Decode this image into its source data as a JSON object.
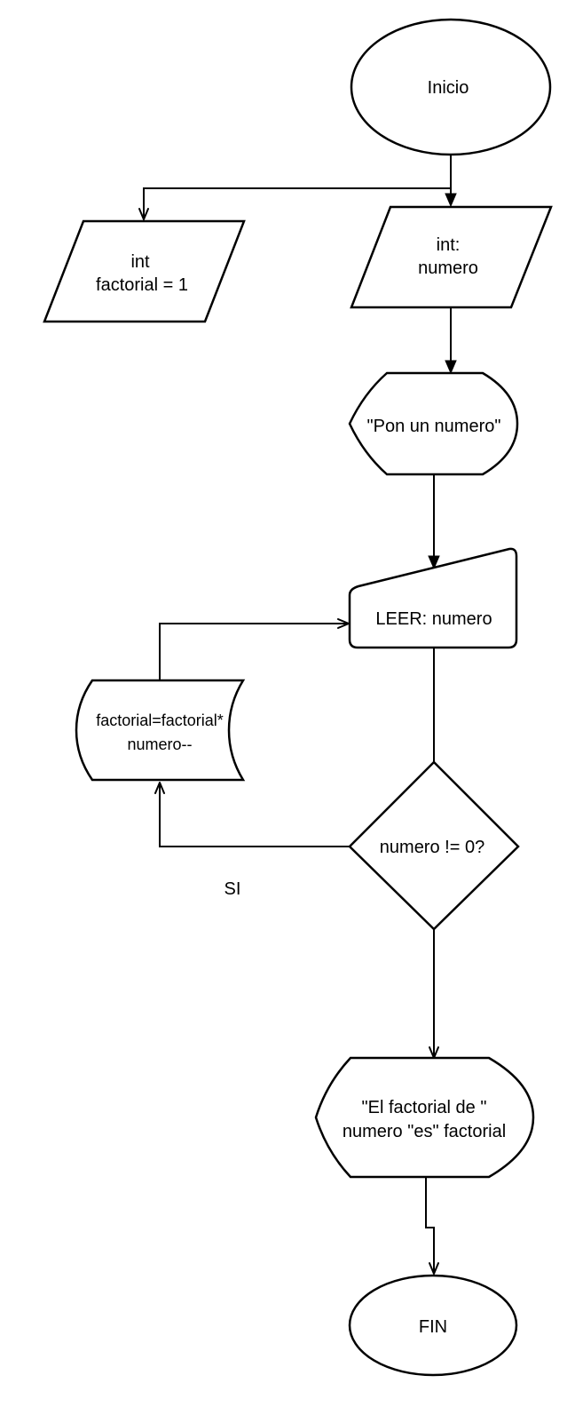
{
  "diagram": {
    "nodes": {
      "start": {
        "shape": "terminal",
        "lines": [
          "Inicio"
        ]
      },
      "decl_factorial": {
        "shape": "data",
        "lines": [
          "int",
          "factorial = 1"
        ]
      },
      "decl_numero": {
        "shape": "data",
        "lines": [
          "int:",
          "numero"
        ]
      },
      "prompt": {
        "shape": "display",
        "lines": [
          "\"Pon un numero\""
        ]
      },
      "read": {
        "shape": "manual-input",
        "lines": [
          "LEER: numero"
        ]
      },
      "decision": {
        "shape": "decision",
        "lines": [
          "numero != 0?"
        ]
      },
      "loop_body": {
        "shape": "stored-data",
        "lines": [
          "factorial=factorial*",
          "numero--"
        ]
      },
      "output": {
        "shape": "display",
        "lines": [
          "\"El factorial de \"",
          "numero \"es\" factorial"
        ]
      },
      "end": {
        "shape": "terminal",
        "lines": [
          "FIN"
        ]
      }
    },
    "edge_labels": {
      "yes_branch": "SI"
    }
  }
}
